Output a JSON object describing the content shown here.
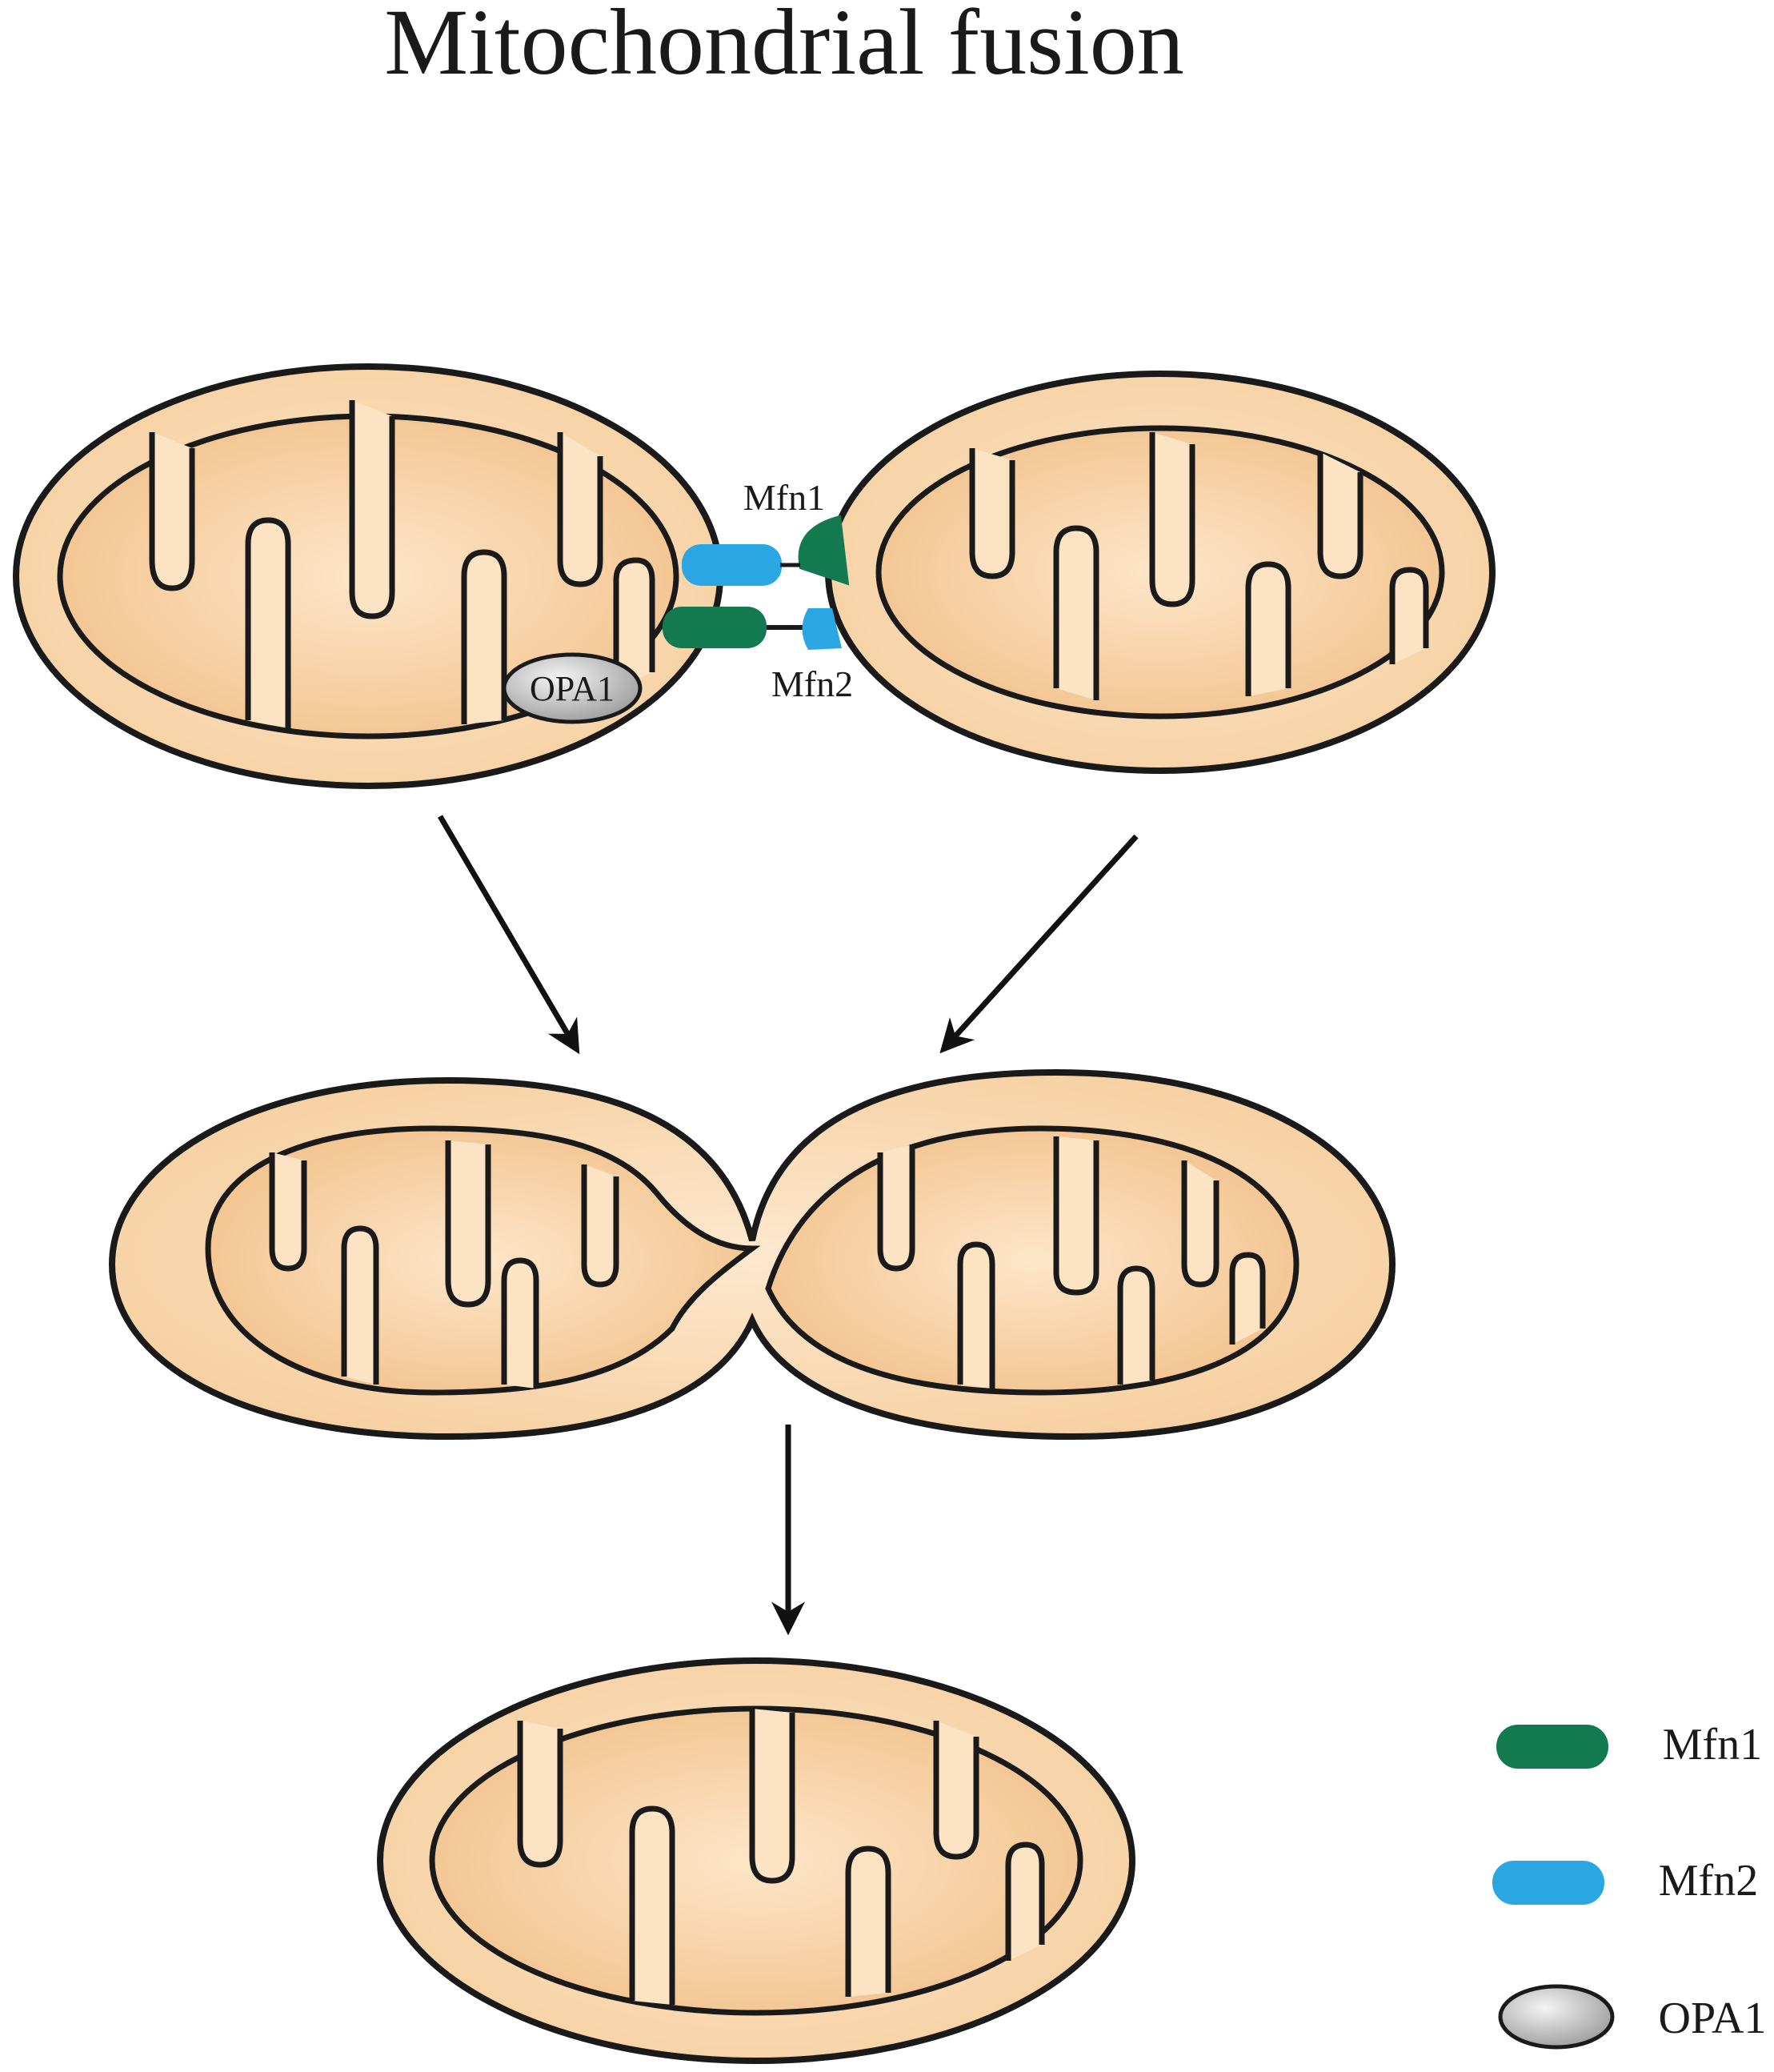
{
  "title": "Mitochondrial fusion",
  "labels": {
    "mfn1": "Mfn1",
    "mfn2": "Mfn2",
    "opa1": "OPA1"
  },
  "legend": [
    {
      "key": "mfn1",
      "label": "Mfn1",
      "color": "#127a4e"
    },
    {
      "key": "mfn2",
      "label": "Mfn2",
      "color": "#2aa6e2"
    },
    {
      "key": "opa1",
      "label": "OPA1",
      "color": "#d9d9d9"
    }
  ],
  "colors": {
    "membrane_fill": "#f6d3a7",
    "matrix_fill": "#f9dcb6",
    "outline": "#1a1a1a",
    "arrow": "#111111"
  }
}
